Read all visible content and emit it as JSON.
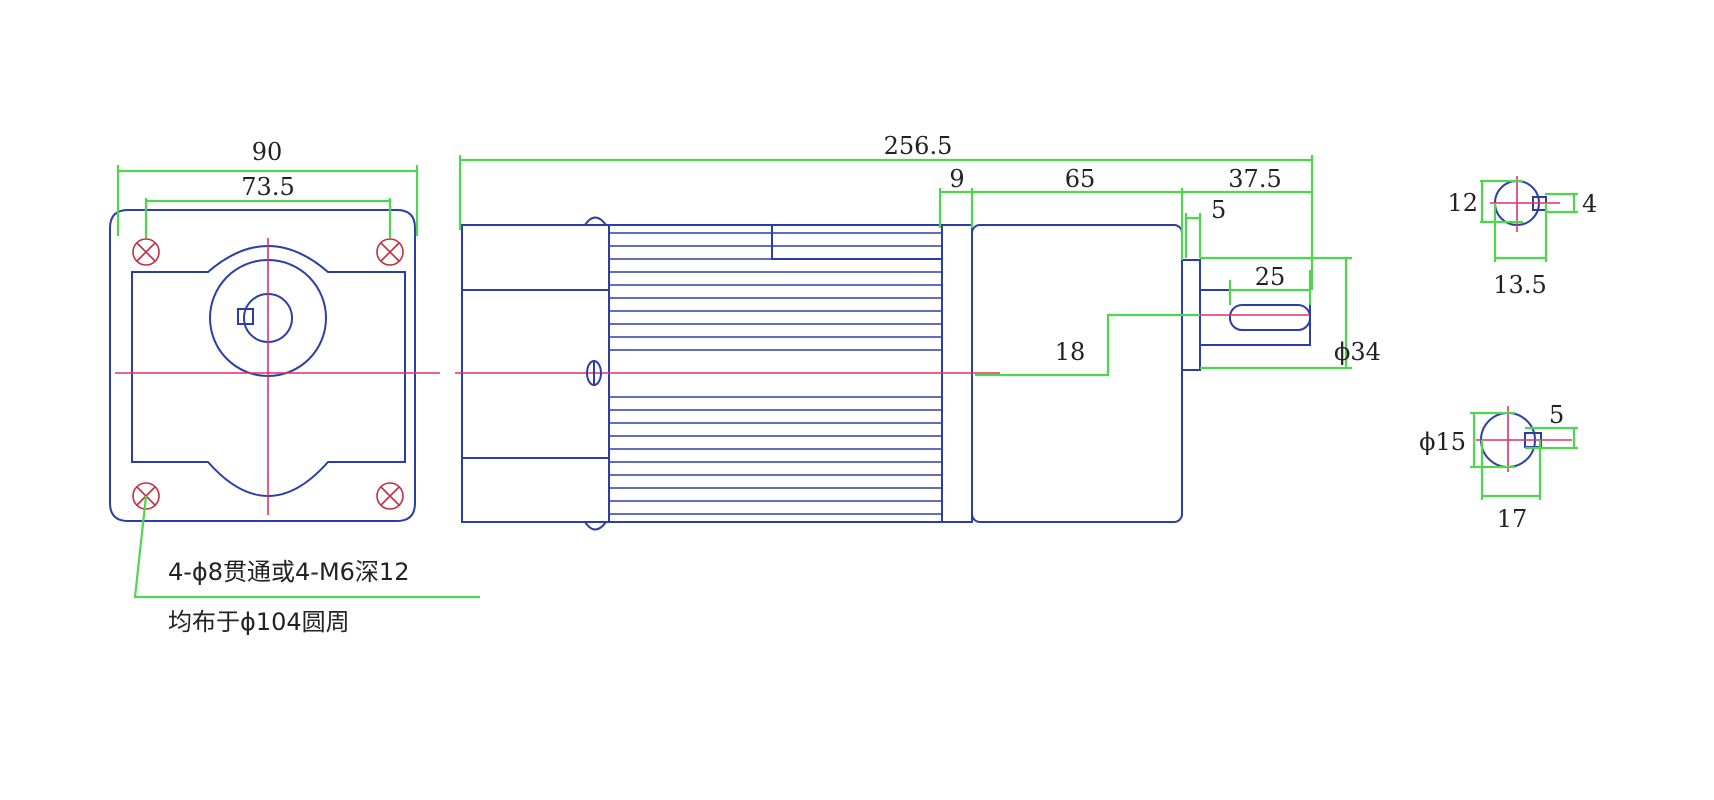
{
  "front_view": {
    "width_label": "90",
    "hole_spacing_label": "73.5",
    "hole_note_line1": "4-ϕ8贯通或4-M6深12",
    "hole_note_line2": "均布于ϕ104圆周"
  },
  "side_view": {
    "overall_length_label": "256.5",
    "flange_label": "9",
    "gearbox_label": "65",
    "shaft_length_label": "37.5",
    "shaft_shoulder_label": "5",
    "key_length_label": "25",
    "shaft_offset_label": "18",
    "boss_diameter_label": "ϕ34"
  },
  "shaft_section_small": {
    "height_label": "12",
    "key_width_label": "4",
    "width_label": "13.5"
  },
  "shaft_section_large": {
    "diameter_label": "ϕ15",
    "key_width_label": "5",
    "width_label": "17"
  },
  "colors": {
    "outline": "#2b3ea8",
    "dimension": "#4fd64f",
    "centerline": "#e0306a",
    "text": "#222222"
  }
}
